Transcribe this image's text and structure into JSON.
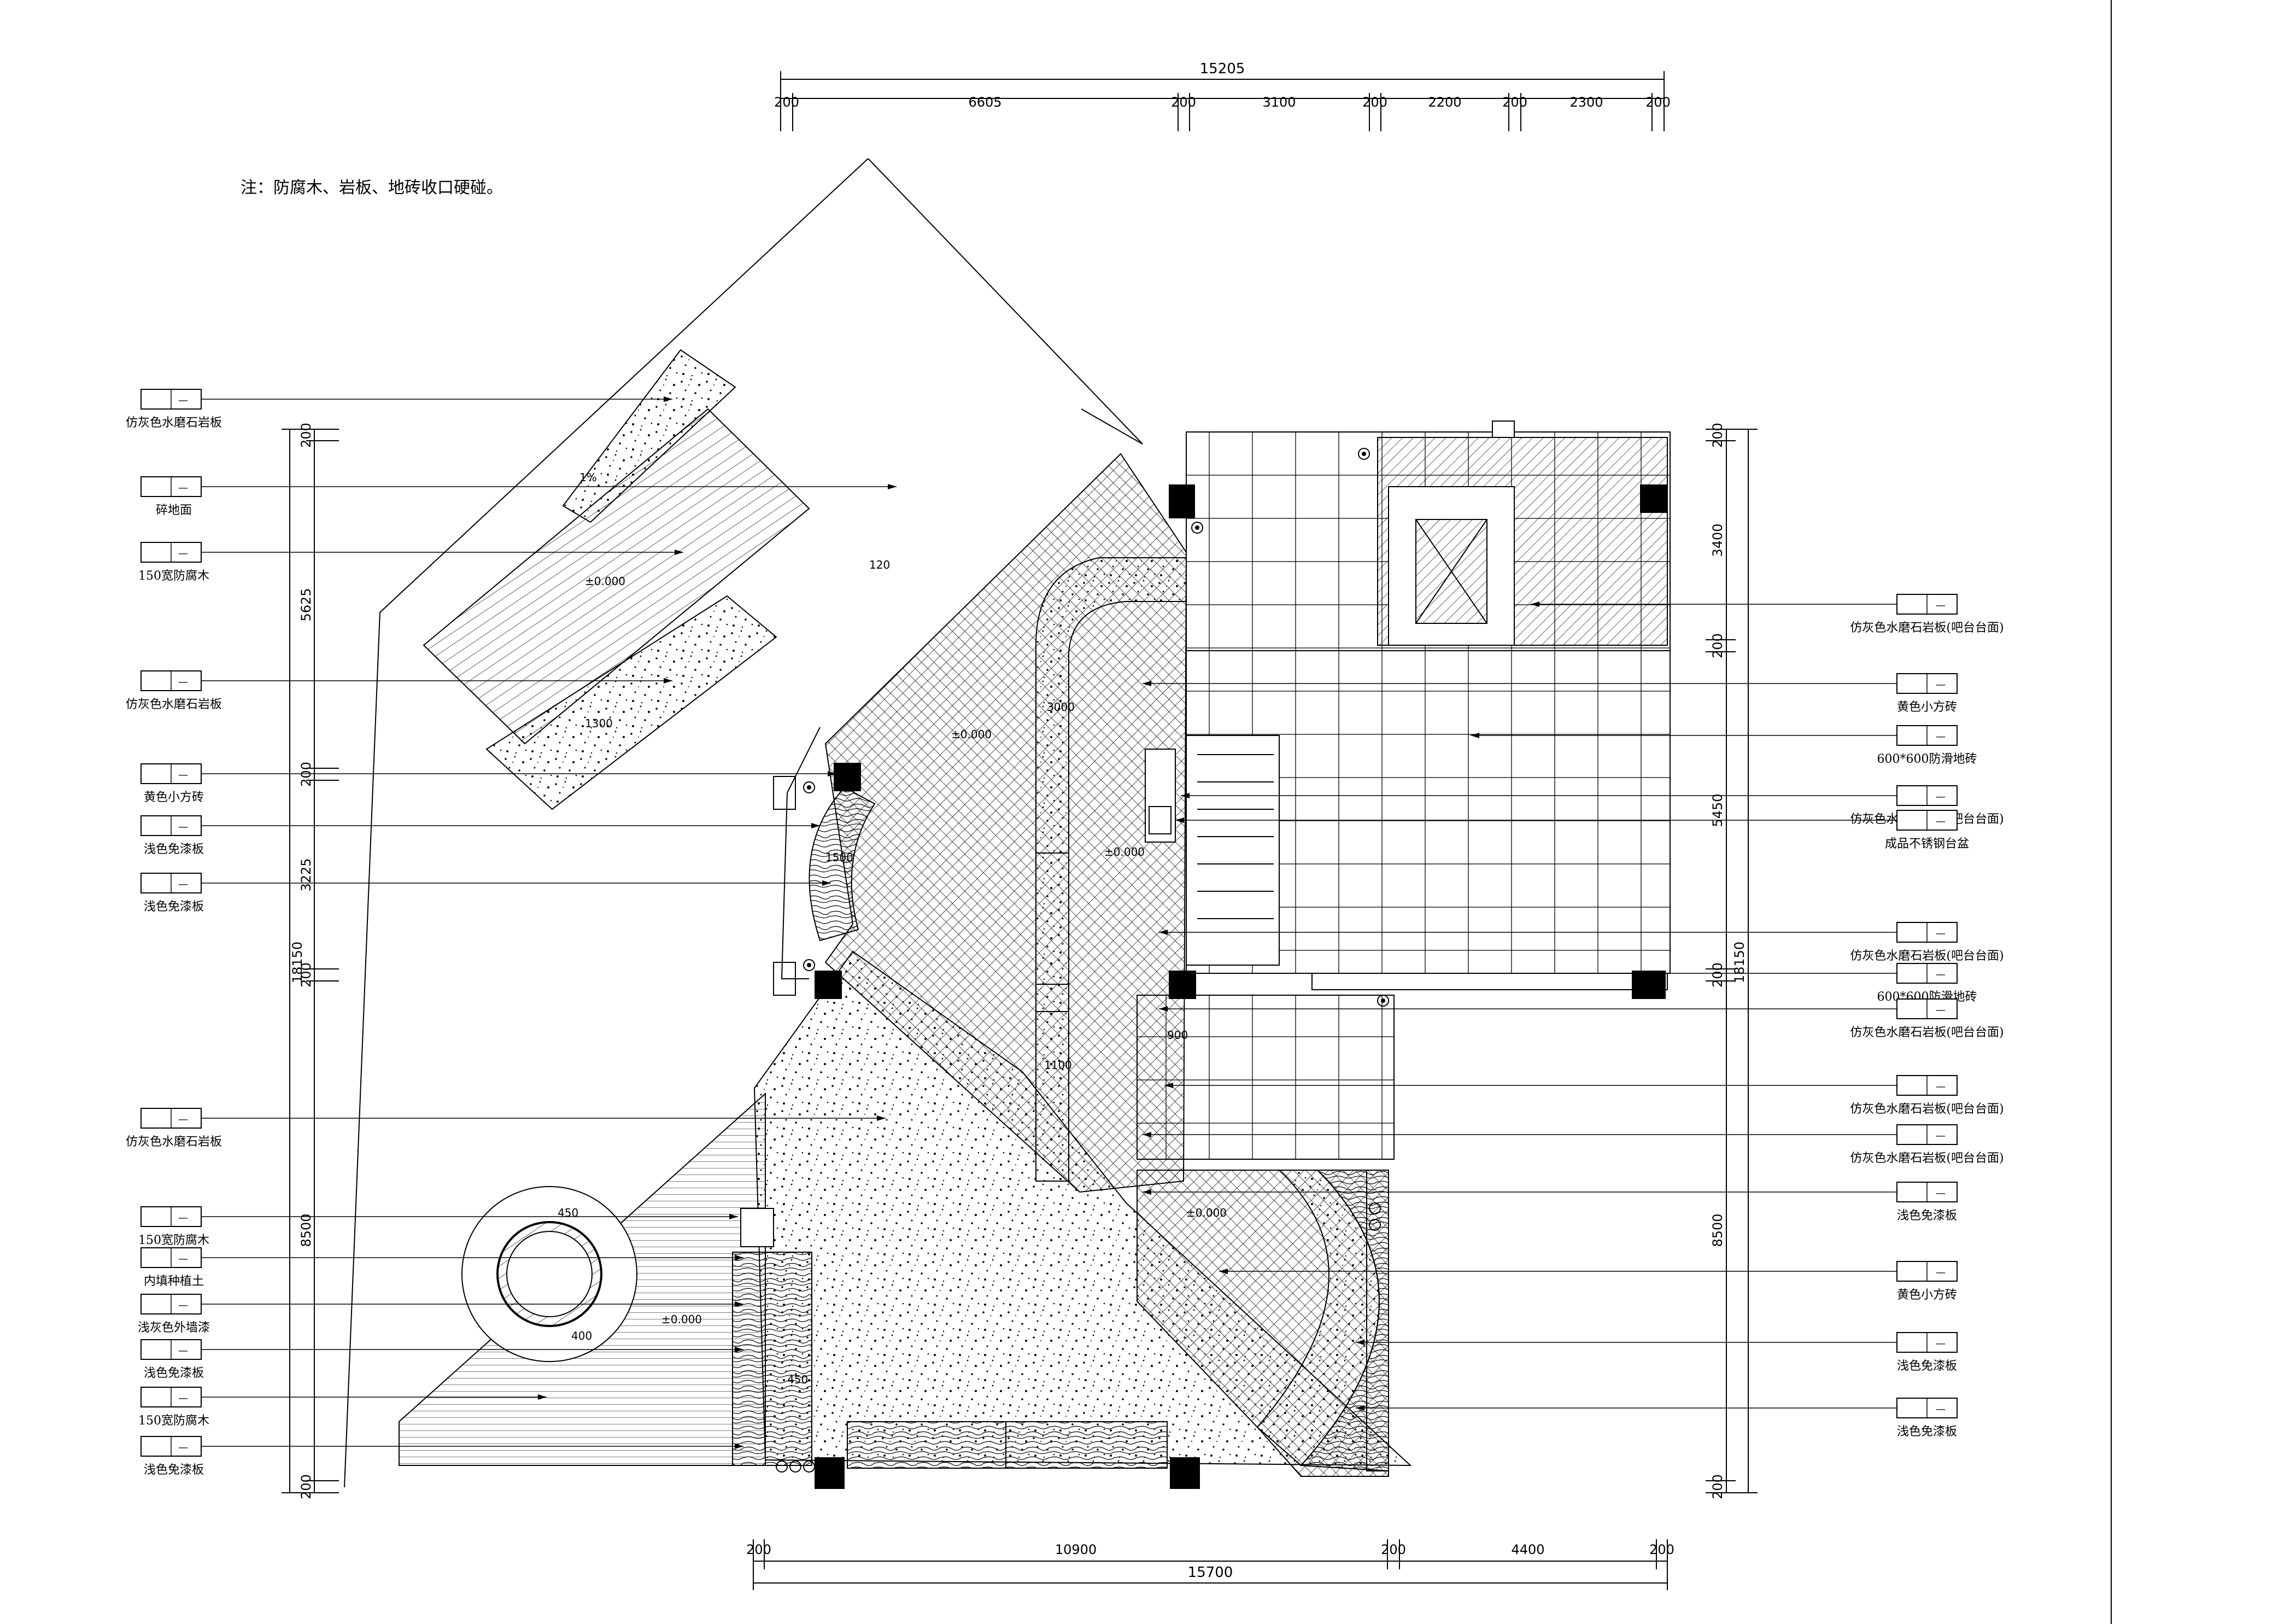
{
  "note": "注：防腐木、岩板、地砖收口硬碰。",
  "dim_top": {
    "total": "15205",
    "segments": [
      "200",
      "6605",
      "200",
      "3100",
      "200",
      "2200",
      "200",
      "2300",
      "200"
    ]
  },
  "dim_bottom": {
    "total": "15700",
    "segments": [
      "200",
      "10900",
      "200",
      "4400",
      "200"
    ]
  },
  "dim_left": {
    "total": "18150",
    "segments": [
      "200",
      "5625",
      "200",
      "3225",
      "200",
      "8500",
      "200"
    ]
  },
  "dim_right": {
    "total": "18150",
    "segments": [
      "200",
      "3400",
      "200",
      "5450",
      "200",
      "8500",
      "200"
    ]
  },
  "tag_symbol": "—",
  "labels_left": [
    "仿灰色水磨石岩板",
    "碎地面",
    "150宽防腐木",
    "仿灰色水磨石岩板",
    "黄色小方砖",
    "浅色免漆板",
    "浅色免漆板",
    "仿灰色水磨石岩板",
    "150宽防腐木",
    "内填种植土",
    "浅灰色外墙漆",
    "浅色免漆板",
    "150宽防腐木",
    "浅色免漆板"
  ],
  "labels_right": [
    "仿灰色水磨石岩板(吧台台面)",
    "黄色小方砖",
    "600*600防滑地砖",
    "仿灰色水磨石岩板(吧台台面)",
    "成品不锈钢台盆",
    "仿灰色水磨石岩板(吧台台面)",
    "600*600防滑地砖",
    "仿灰色水磨石岩板(吧台台面)",
    "仿灰色水磨石岩板(吧台台面)",
    "仿灰色水磨石岩板(吧台台面)",
    "浅色免漆板",
    "黄色小方砖",
    "浅色免漆板",
    "浅色免漆板"
  ],
  "annotations": {
    "elev_1": "±0.000",
    "elev_2": "±0.000",
    "elev_3": "±0.000",
    "elev_4": "±0.000",
    "elev_5": "±0.000",
    "slope": "1%",
    "dim_120": "120",
    "dim_1300": "1300",
    "dim_1500": "1500",
    "dim_3000": "3000",
    "dim_1100": "1100",
    "dim_900": "900",
    "dim_450": "450",
    "dim_400": "400",
    "dim_450b": "450"
  }
}
